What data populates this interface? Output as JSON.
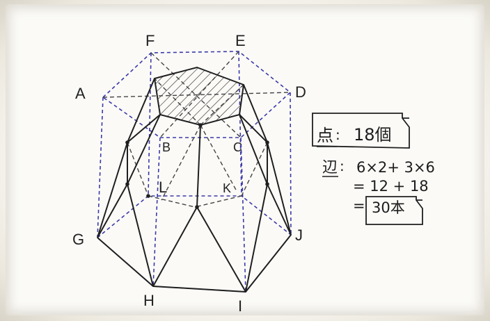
{
  "vertex_labels": {
    "A": "A",
    "B": "B",
    "C": "C",
    "D": "D",
    "E": "E",
    "F": "F",
    "G": "G",
    "H": "H",
    "I": "I",
    "J": "J",
    "K": "K",
    "L": "L"
  },
  "notes": {
    "points_label": "点",
    "points_sep": ":",
    "points_value": "18個",
    "edges_label": "辺",
    "edges_sep": ":",
    "edges_expr": "6×2+ 3×6",
    "edges_step2": "= 12 + 18",
    "edges_eq": "=",
    "edges_result": "30本"
  },
  "colors": {
    "ink": "#1f1f1f",
    "blue_dashed": "#3a3aa8",
    "hatch": "#333333"
  }
}
